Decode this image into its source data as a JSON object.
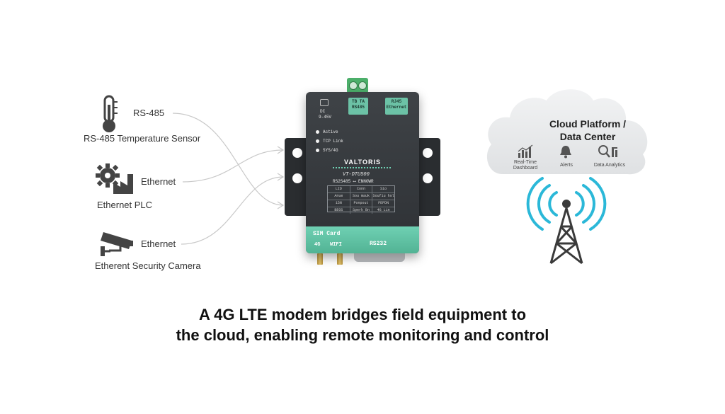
{
  "devices": [
    {
      "connection": "RS-485",
      "name": "RS-485 Temperature Sensor",
      "icon": "thermometer-icon"
    },
    {
      "connection": "Ethernet",
      "name": "Ethernet PLC",
      "icon": "gear-factory-icon"
    },
    {
      "connection": "Ethernet",
      "name": "Etherent Security Camera",
      "icon": "security-camera-icon"
    }
  ],
  "modem": {
    "brand": "VALTORIS",
    "model": "VT-DTU500",
    "subtitle": "RS2S485 ⟷ ENNOWR",
    "top_tags": [
      {
        "line1": "TB TA",
        "line2": "RS485"
      },
      {
        "line1": "RJ45",
        "line2": "Ethernet"
      }
    ],
    "power": {
      "line1": "DC",
      "line2": "9-45V"
    },
    "leds": [
      "Active",
      "TCP Link",
      "SYS/4G"
    ],
    "spec_rows": [
      [
        "LID",
        "Conn",
        "Sio"
      ],
      [
        "Anue",
        "Sou mauk",
        "Soufiu hsl"
      ],
      [
        "15N",
        "Ponpout",
        "FEPDN"
      ],
      [
        "BEOS",
        "Sperk Bn",
        "4G Lin"
      ]
    ],
    "band": {
      "sim": "SIM Card",
      "g4": "4G",
      "wifi": "WIFI",
      "rs232": "RS232"
    }
  },
  "cloud": {
    "title_line1": "Cloud Platform /",
    "title_line2": "Data Center",
    "items": [
      {
        "line1": "Real-Time",
        "line2": "Dashboard",
        "icon": "bar-chart-icon"
      },
      {
        "line1": "Alerts",
        "line2": "",
        "icon": "bell-icon"
      },
      {
        "line1": "Data Analytics",
        "line2": "",
        "icon": "magnifier-chart-icon"
      }
    ]
  },
  "caption": {
    "line1": "A 4G LTE modem bridges field equipment to",
    "line2": "the cloud, enabling remote monitoring and control"
  },
  "colors": {
    "teal": "#5ec4a4",
    "signal": "#2bb8d8",
    "modem_body": "#3a3d41",
    "cloud": "#e6e8ea"
  }
}
